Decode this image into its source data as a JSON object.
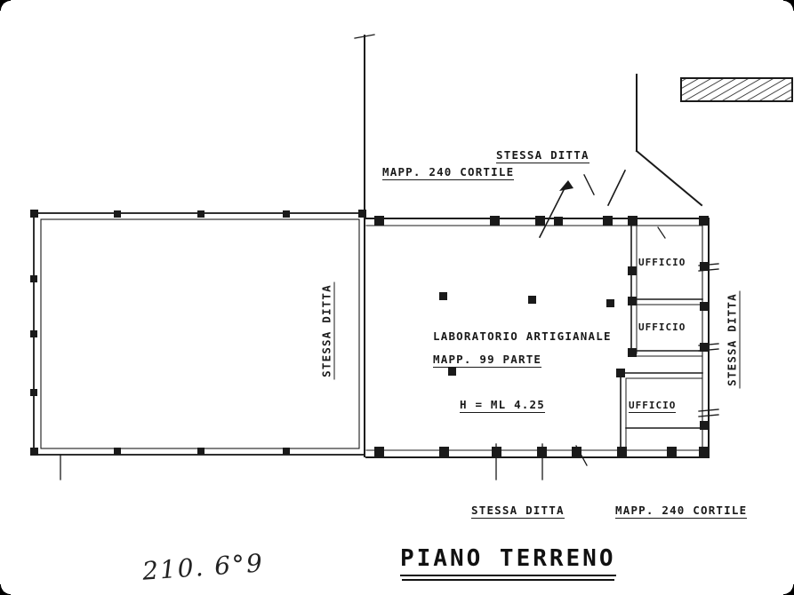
{
  "meta": {
    "ink_color": "#1a1a1a",
    "paper_color": "#ffffff"
  },
  "plan": {
    "top_area": {
      "mapp_cortile": "MAPP. 240 CORTILE",
      "stessa_ditta": "STESSA DITTA"
    },
    "laboratory": {
      "name": "LABORATORIO ARTIGIANALE",
      "mapp": "MAPP. 99 PARTE",
      "height_note": "H = ML 4.25"
    },
    "offices": {
      "office1": "UFFICIO",
      "office2": "UFFICIO",
      "office3": "UFFICIO"
    },
    "side_labels": {
      "left": "STESSA DITTA",
      "right": "STESSA DITTA"
    },
    "bottom_area": {
      "stessa_ditta": "STESSA DITTA",
      "mapp_cortile": "MAPP. 240 CORTILE"
    }
  },
  "footer": {
    "title": "PIANO TERRENO",
    "handwritten_note": "210. 6°9"
  }
}
